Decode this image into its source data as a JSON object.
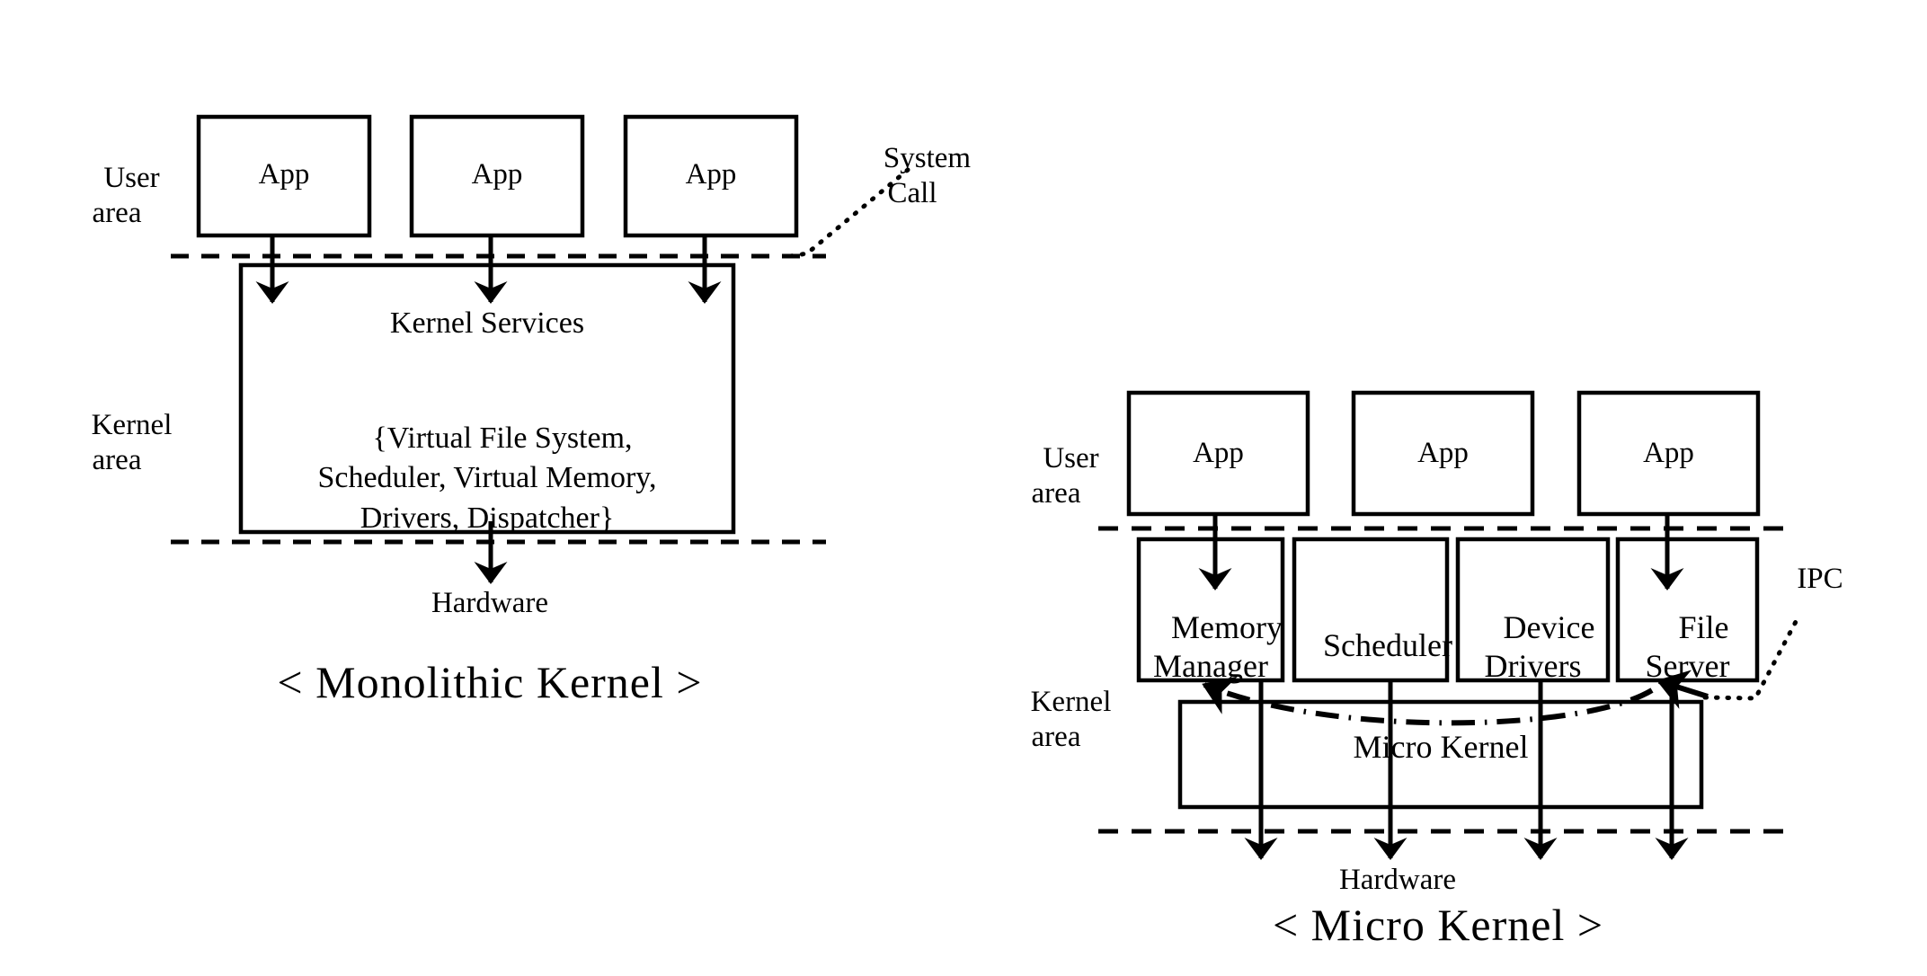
{
  "figure": {
    "title": "Monolithic Kernel vs Micro Kernel architecture comparison",
    "colors": {
      "stroke": "#000000",
      "background": "#ffffff"
    }
  },
  "monolithic": {
    "caption": "< Monolithic Kernel >",
    "user_area_label": "User\narea",
    "kernel_area_label": "Kernel\narea",
    "apps": [
      {
        "label": "App"
      },
      {
        "label": "App"
      },
      {
        "label": "App"
      }
    ],
    "kernel_services": {
      "title": "Kernel Services",
      "body": "{Virtual File System,\nScheduler, Virtual Memory,\nDrivers, Dispatcher}"
    },
    "hardware_label": "Hardware",
    "callout": "System\nCall"
  },
  "microkernel": {
    "caption": "< Micro Kernel >",
    "user_area_label": "User\narea",
    "kernel_area_label": "Kernel\narea",
    "apps": [
      {
        "label": "App"
      },
      {
        "label": "App"
      },
      {
        "label": "App"
      }
    ],
    "services": [
      {
        "label": "Memory\nManager"
      },
      {
        "label": "Scheduler"
      },
      {
        "label": "Device\nDrivers"
      },
      {
        "label": "File\nServer"
      }
    ],
    "micro_kernel_label": "Micro Kernel",
    "hardware_label": "Hardware",
    "callout": "IPC"
  }
}
